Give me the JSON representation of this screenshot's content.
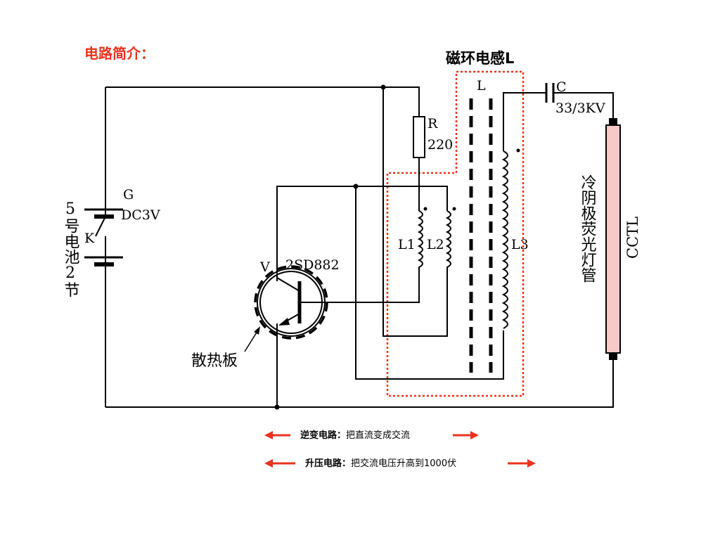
{
  "title": "电路简介：",
  "core_label": "磁环电感L",
  "labels": {
    "L": "L",
    "C": "C",
    "C_value": "33/3KV",
    "R": "R",
    "R_value": "220",
    "G": "G",
    "battery_voltage": "DC3V",
    "K": "K",
    "battery_desc": "5号电池2节",
    "V": "V",
    "transistor": "2SD882",
    "L1": "L1",
    "L2": "L2",
    "L3": "L3",
    "heatsink": "散热板",
    "lamp_desc": "冷阴极荧光灯管",
    "CCTL": "CCTL"
  },
  "notes": [
    {
      "bold": "逆变电路：",
      "text": "把直流变成交流"
    },
    {
      "bold": "升压电路：",
      "text": "把交流电压升高到1000伏"
    }
  ],
  "colors": {
    "title": "#e8331e",
    "core_box": "#e8331e",
    "arrow": "#e8331e",
    "lamp_fill": "#f7c9c9"
  }
}
